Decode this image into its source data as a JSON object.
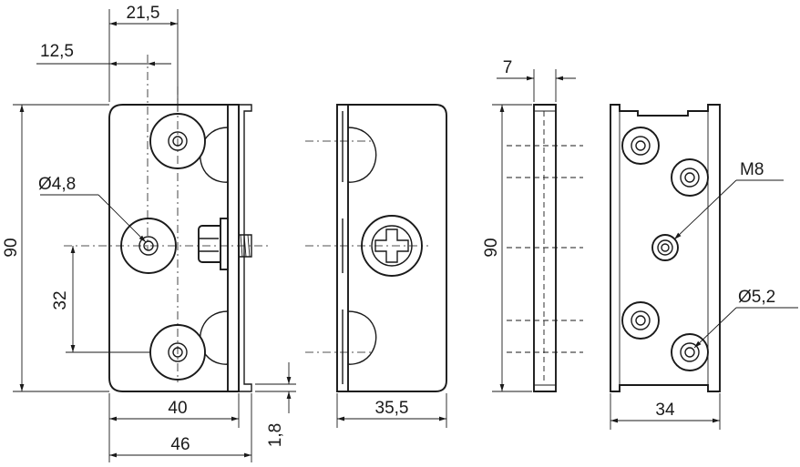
{
  "drawing": {
    "dims": {
      "d_21_5": "21,5",
      "d_12_5": "12,5",
      "d_90_left": "90",
      "d_dia_4_8": "Ø4,8",
      "d_32": "32",
      "d_40": "40",
      "d_46": "46",
      "d_1_8": "1,8",
      "d_35_5": "35,5",
      "d_7": "7",
      "d_90_right": "90",
      "d_m8": "M8",
      "d_dia_5_2": "Ø5,2",
      "d_34": "34"
    },
    "colors": {
      "line": "#1a1a1a",
      "background": "#ffffff"
    }
  }
}
